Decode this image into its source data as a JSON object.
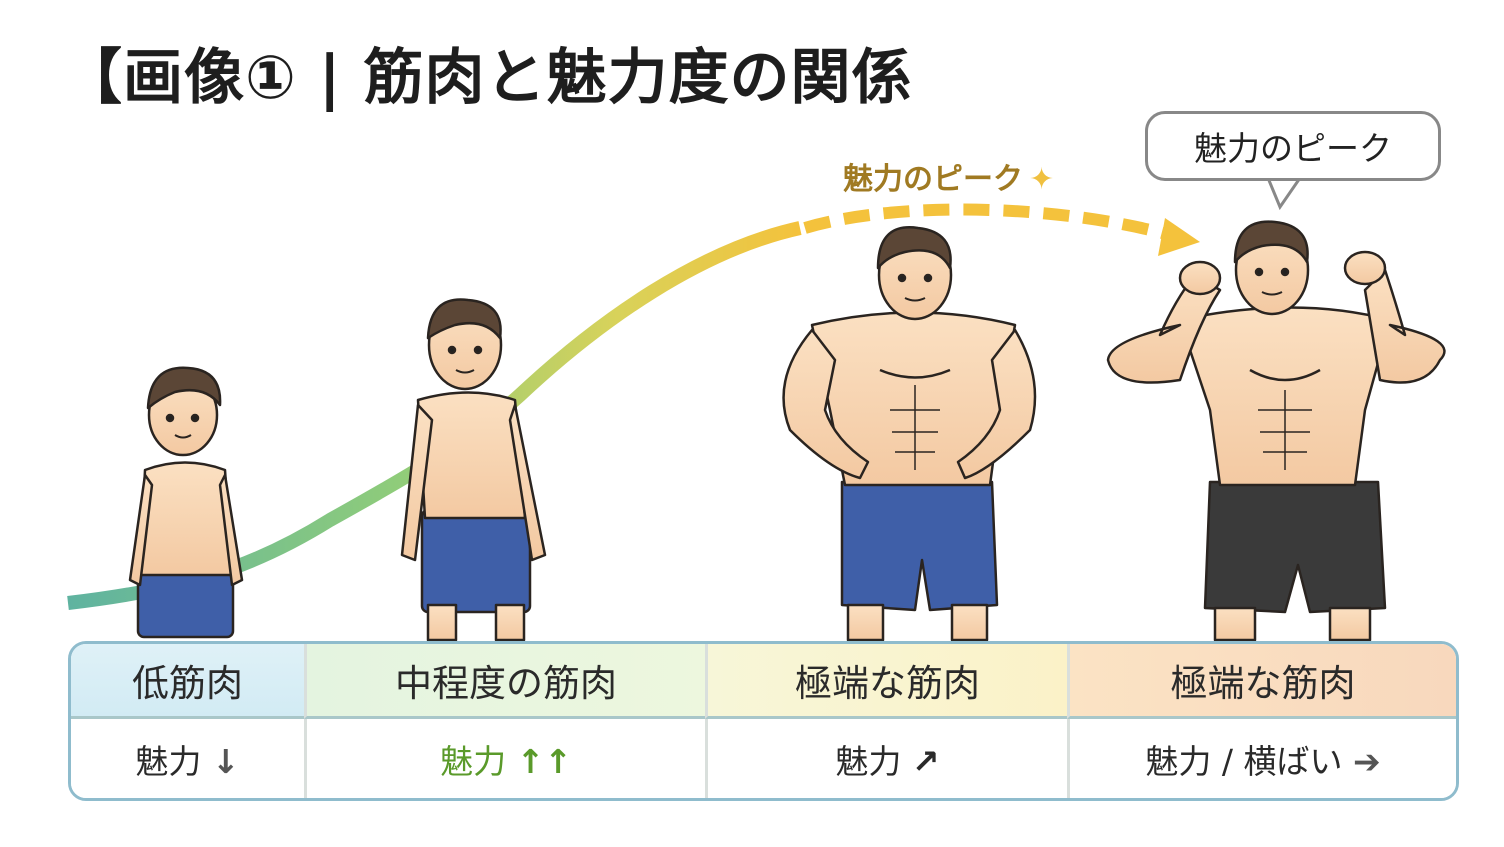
{
  "title": "【画像① | 筋肉と魅力度の関係",
  "annotations": {
    "curve_peak_label": "魅力のピーク",
    "curve_peak_sparkle": "✦",
    "speech_bubble": "魅力のピーク"
  },
  "colors": {
    "curve_start": "#5fb3a0",
    "curve_mid": "#9fd06a",
    "curve_end": "#f4c23c",
    "peak_label": "#a07a22",
    "table_border_left": "#8fbccd",
    "table_border_right": "#e39a5e",
    "accent_green": "#5a9a2a"
  },
  "figures": [
    {
      "label": "low-muscle-boy",
      "shorts_color": "#3f5fa8"
    },
    {
      "label": "moderate-muscle-young-man",
      "shorts_color": "#3f5fa8"
    },
    {
      "label": "extreme-muscle-man-hands-on-hips",
      "shorts_color": "#3f5fa8"
    },
    {
      "label": "extreme-muscle-man-flexing",
      "shorts_color": "#3a3a3a"
    }
  ],
  "table": {
    "columns": [
      {
        "header": "低筋肉",
        "attractiveness": "魅力",
        "trend_symbol": "↓"
      },
      {
        "header": "中程度の筋肉",
        "attractiveness": "魅力",
        "trend_symbol": "↑↑"
      },
      {
        "header": "極端な筋肉",
        "attractiveness": "魅力",
        "trend_symbol": "↗"
      },
      {
        "header": "極端な筋肉",
        "attractiveness": "魅力 / 横ばい",
        "trend_symbol": "➔"
      }
    ]
  }
}
